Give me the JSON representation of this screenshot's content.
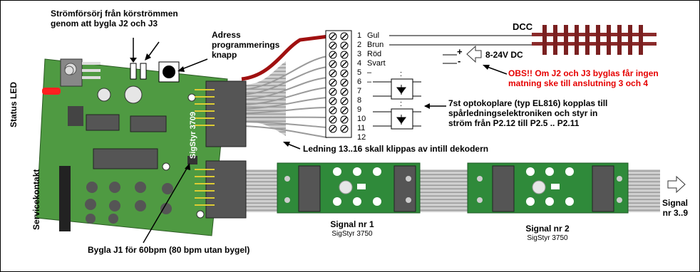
{
  "labels": {
    "power_note_line1": "Strömförsörj från körströmmen",
    "power_note_line2": "genom att bygla J2 och J3",
    "address_btn_line1": "Adress",
    "address_btn_line2": "programmerings",
    "address_btn_line3": "knapp",
    "status_led": "Status LED",
    "board_name": "SigStyr 3709",
    "service_contact": "Servicekontakt",
    "jumper_j1": "Bygla J1 för 60bpm (80 bpm utan bygel)",
    "cable_note": "Ledning 13..16 skall klippas av intill dekodern",
    "dcc": "DCC",
    "supply": "8-24V DC",
    "plus": "+",
    "minus": "-",
    "warning_line1": "OBS!! Om J2 och J3 byglas får ingen",
    "warning_line2": "matning ske till anslutning 3 och 4",
    "opto_line1": "7st optokoplare (typ EL816) kopplas till",
    "opto_line2": "spårledningselektroniken och styr in",
    "opto_line3": "ström från P2.12 till P2.5 .. P2.11",
    "signal1_title": "Signal nr 1",
    "signal1_model": "SigStyr 3750",
    "signal2_title": "Signal nr 2",
    "signal2_model": "SigStyr 3750",
    "signal_more_line1": "Signal",
    "signal_more_line2": "nr 3..9"
  },
  "terminals": [
    {
      "num": "1",
      "name": "Gul"
    },
    {
      "num": "2",
      "name": "Brun"
    },
    {
      "num": "3",
      "name": "Röd"
    },
    {
      "num": "4",
      "name": "Svart"
    },
    {
      "num": "5",
      "name": "–"
    },
    {
      "num": "6",
      "name": "–"
    },
    {
      "num": "7",
      "name": ""
    },
    {
      "num": "8",
      "name": ""
    },
    {
      "num": "9",
      "name": ""
    },
    {
      "num": "10",
      "name": ""
    },
    {
      "num": "11",
      "name": ""
    },
    {
      "num": "12",
      "name": ""
    }
  ],
  "colors": {
    "pcb": "#4f9a42",
    "pcb_dark": "#3a7a32",
    "signal_pcb": "#2f8a3a",
    "ribbon": "#c9c9c9",
    "warning": "#e60000",
    "track": "#7a2020",
    "cable_red": "#a01010"
  }
}
